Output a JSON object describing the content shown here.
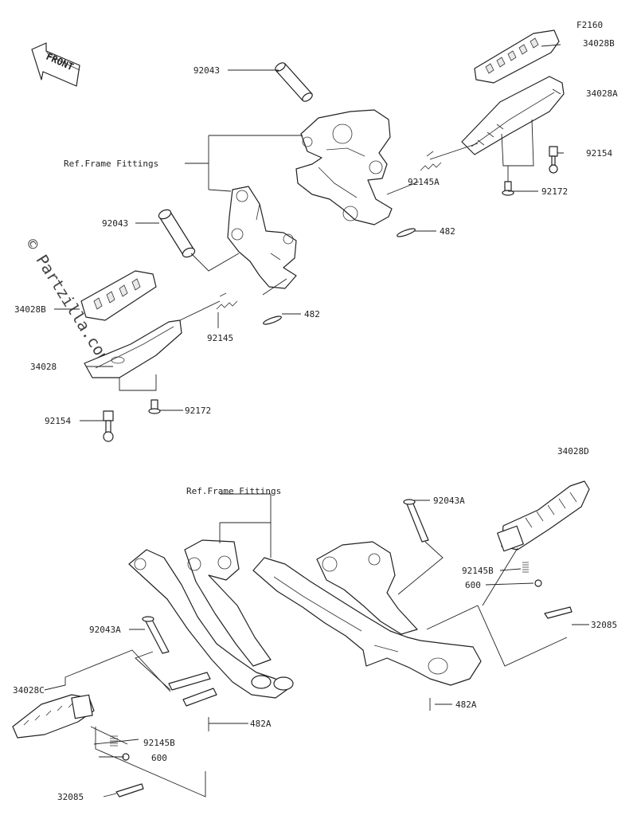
{
  "figure_code": "F2160",
  "front_label": "FRONT",
  "watermark": "© Partzilla.com",
  "callouts": {
    "ref_frame_top": "Ref.Frame Fittings",
    "ref_frame_bottom": "Ref.Frame Fittings",
    "p92043_top": "92043",
    "p92043_left": "92043",
    "p34028B_right": "34028B",
    "p34028A": "34028A",
    "p92154_right": "92154",
    "p92172_right": "92172",
    "p92145A": "92145A",
    "p482_top": "482",
    "p482_mid": "482",
    "p34028B_left": "34028B",
    "p92145": "92145",
    "p34028": "34028",
    "p92172_left": "92172",
    "p92154_left": "92154",
    "p34028D": "34028D",
    "p92043A_right": "92043A",
    "p92145B_right": "92145B",
    "p600_right": "600",
    "p32085_right": "32085",
    "p92043A_left": "92043A",
    "p34028C": "34028C",
    "p482A_left": "482A",
    "p482A_right": "482A",
    "p92145B_left": "92145B",
    "p600_left": "600",
    "p32085_left": "32085"
  }
}
